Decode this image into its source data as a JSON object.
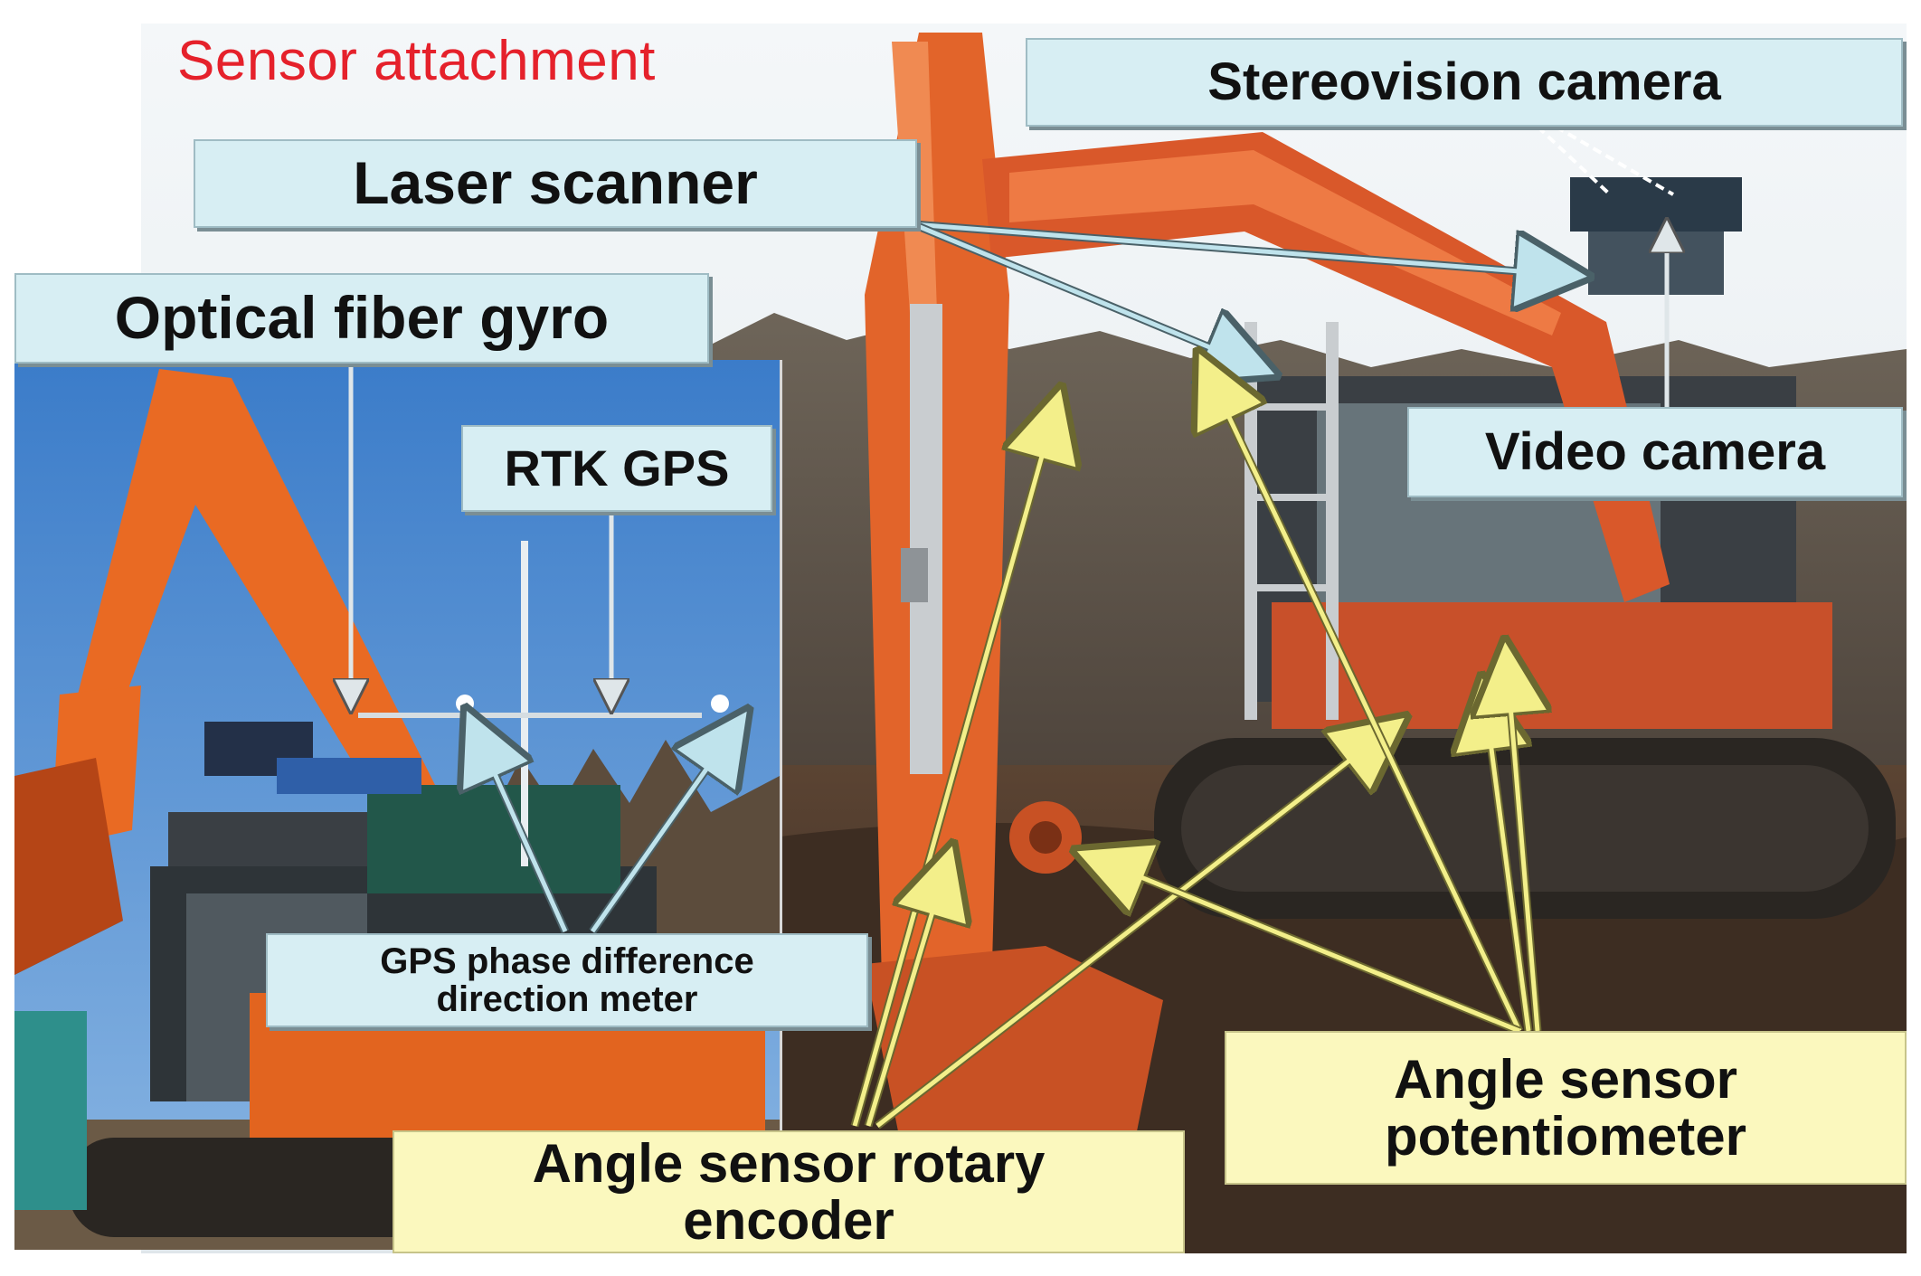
{
  "title": "Sensor attachment",
  "labels": {
    "stereovision_camera": "Stereovision camera",
    "laser_scanner": "Laser scanner",
    "optical_fiber_gyro": "Optical fiber gyro",
    "rtk_gps": "RTK GPS",
    "video_camera": "Video camera",
    "gps_phase_line1": "GPS phase difference",
    "gps_phase_line2": "direction meter",
    "angle_pot_line1": "Angle sensor",
    "angle_pot_line2": "potentiometer",
    "angle_rot_line1": "Angle sensor rotary",
    "angle_rot_line2": "encoder"
  },
  "colors": {
    "title": "#e5212b",
    "label_blue_bg": "#d7eef3",
    "label_yellow_bg": "#fbf8be",
    "arrow_blue": "#bfe3ec",
    "arrow_yellow": "#f3ef8a",
    "excavator_orange": "#e2642a"
  }
}
